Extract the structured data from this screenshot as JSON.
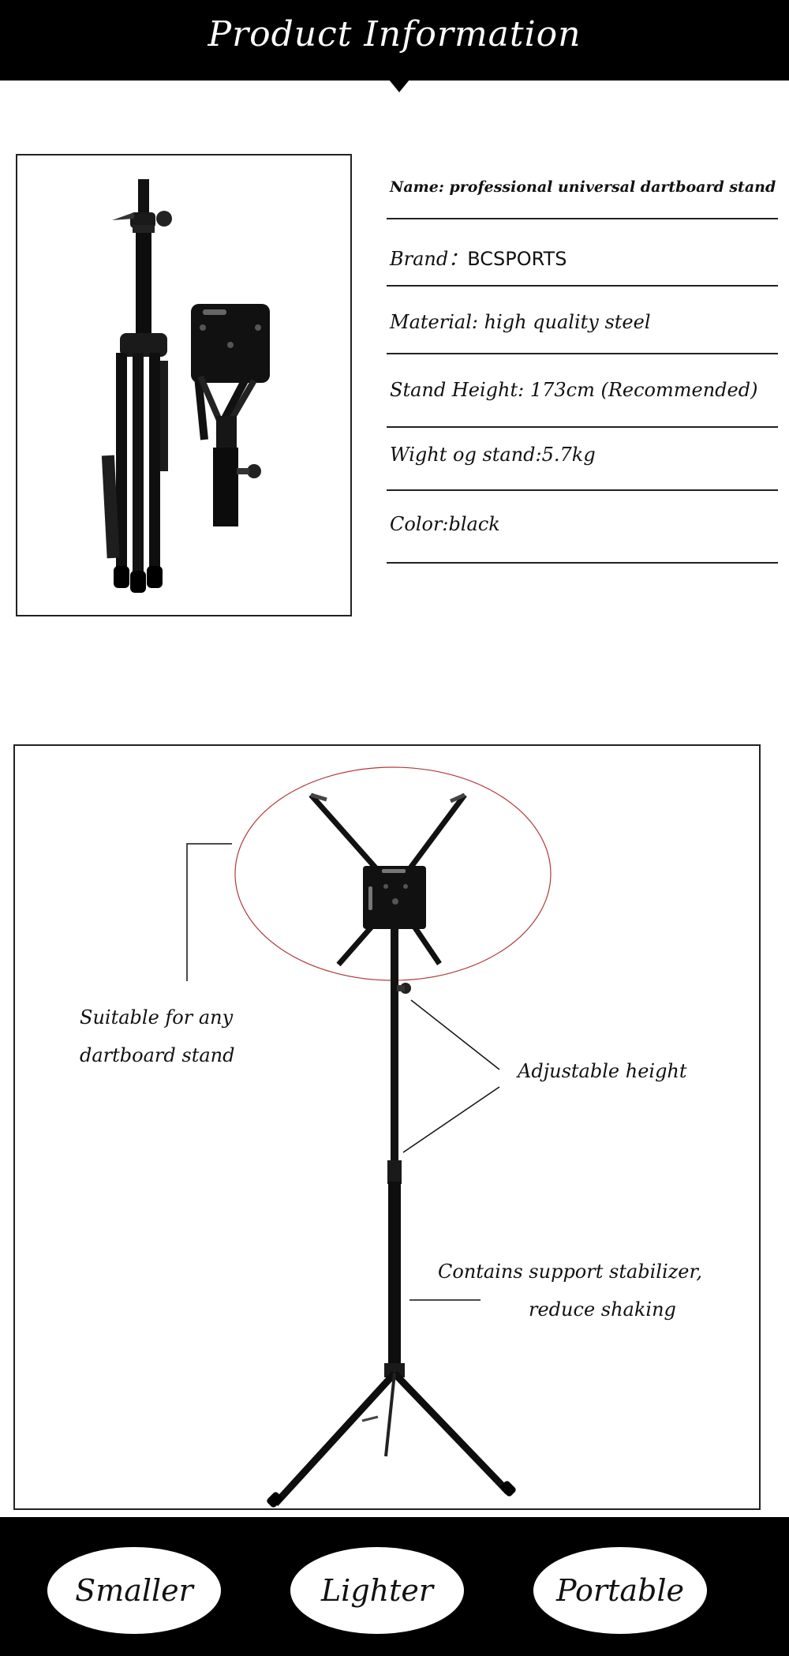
{
  "header": {
    "title": "Product Information"
  },
  "specs": {
    "name": "Name: professional universal dartboard stand",
    "brand_label": "Brand：",
    "brand_value": "BCSPORTS",
    "material": "Material: high quality steel",
    "stand_height": "Stand Height: 173cm (Recommended)",
    "weight": "Wight og stand:5.7kg",
    "color": "Color:black"
  },
  "diagram": {
    "callout_suitable_line1": "Suitable for any",
    "callout_suitable_line2": "dartboard stand",
    "callout_adjustable": "Adjustable height",
    "callout_stabilizer_line1": "Contains support stabilizer,",
    "callout_stabilizer_line2": "reduce shaking",
    "highlight_color": "#b03a3a"
  },
  "features": [
    {
      "label": "Smaller"
    },
    {
      "label": "Lighter"
    },
    {
      "label": "Portable"
    }
  ]
}
